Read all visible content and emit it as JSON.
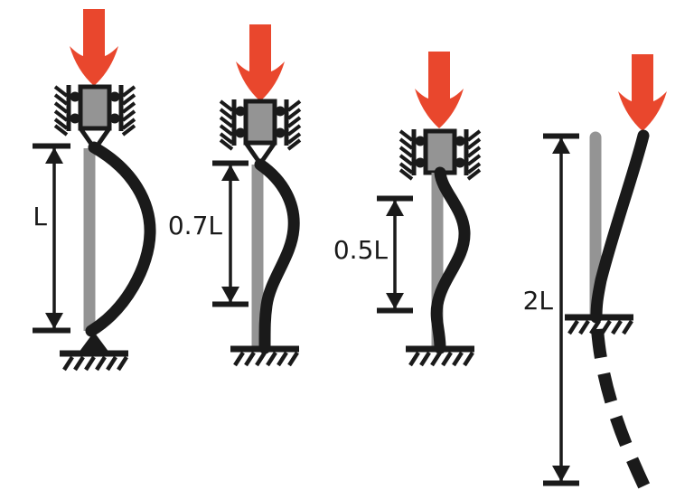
{
  "diagram": {
    "subject": "column-buckling-effective-length-end-conditions",
    "colors": {
      "force_arrow": "#e9472d",
      "buckled_column": "#1a1a1a",
      "original_column": "#949494",
      "background": "#ffffff"
    },
    "columns": [
      {
        "label": "L",
        "top_support": "pinned-in-guided-slider",
        "bottom_support": "pinned",
        "buckled_shape": "single-bow"
      },
      {
        "label": "0.7L",
        "top_support": "pinned-in-guided-slider",
        "bottom_support": "fixed",
        "buckled_shape": "bow-with-fixed-base"
      },
      {
        "label": "0.5L",
        "top_support": "fixed-in-guided-slider",
        "bottom_support": "fixed",
        "buckled_shape": "s-curve"
      },
      {
        "label": "2L",
        "top_support": "free",
        "bottom_support": "fixed",
        "buckled_shape": "cantilever-sway-with-mirrored-dashed-extension"
      }
    ]
  }
}
